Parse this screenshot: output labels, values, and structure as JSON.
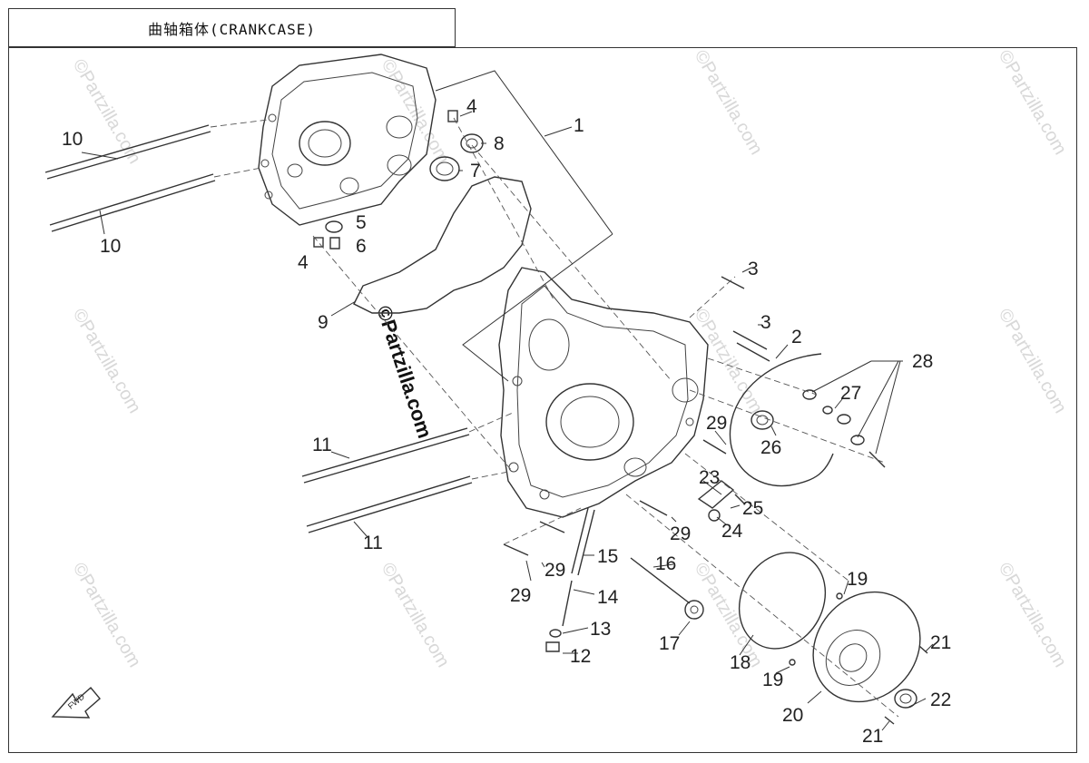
{
  "title": "曲轴箱体(CRANKCASE)",
  "watermark": "©Partzilla.com",
  "fwd_label": "FWD",
  "callouts": [
    {
      "id": "1",
      "text": "1"
    },
    {
      "id": "2",
      "text": "2"
    },
    {
      "id": "3a",
      "text": "3"
    },
    {
      "id": "3b",
      "text": "3"
    },
    {
      "id": "4a",
      "text": "4"
    },
    {
      "id": "4b",
      "text": "4"
    },
    {
      "id": "5",
      "text": "5"
    },
    {
      "id": "6",
      "text": "6"
    },
    {
      "id": "7",
      "text": "7"
    },
    {
      "id": "8",
      "text": "8"
    },
    {
      "id": "9",
      "text": "9"
    },
    {
      "id": "10a",
      "text": "10"
    },
    {
      "id": "10b",
      "text": "10"
    },
    {
      "id": "11a",
      "text": "11"
    },
    {
      "id": "11b",
      "text": "11"
    },
    {
      "id": "12",
      "text": "12"
    },
    {
      "id": "13",
      "text": "13"
    },
    {
      "id": "14",
      "text": "14"
    },
    {
      "id": "15",
      "text": "15"
    },
    {
      "id": "16",
      "text": "16"
    },
    {
      "id": "17",
      "text": "17"
    },
    {
      "id": "18",
      "text": "18"
    },
    {
      "id": "19a",
      "text": "19"
    },
    {
      "id": "19b",
      "text": "19"
    },
    {
      "id": "20",
      "text": "20"
    },
    {
      "id": "21a",
      "text": "21"
    },
    {
      "id": "21b",
      "text": "21"
    },
    {
      "id": "22",
      "text": "22"
    },
    {
      "id": "23",
      "text": "23"
    },
    {
      "id": "24",
      "text": "24"
    },
    {
      "id": "25",
      "text": "25"
    },
    {
      "id": "26",
      "text": "26"
    },
    {
      "id": "27",
      "text": "27"
    },
    {
      "id": "28",
      "text": "28"
    },
    {
      "id": "29a",
      "text": "29"
    },
    {
      "id": "29b",
      "text": "29"
    },
    {
      "id": "29c",
      "text": "29"
    },
    {
      "id": "29d",
      "text": "29"
    }
  ]
}
